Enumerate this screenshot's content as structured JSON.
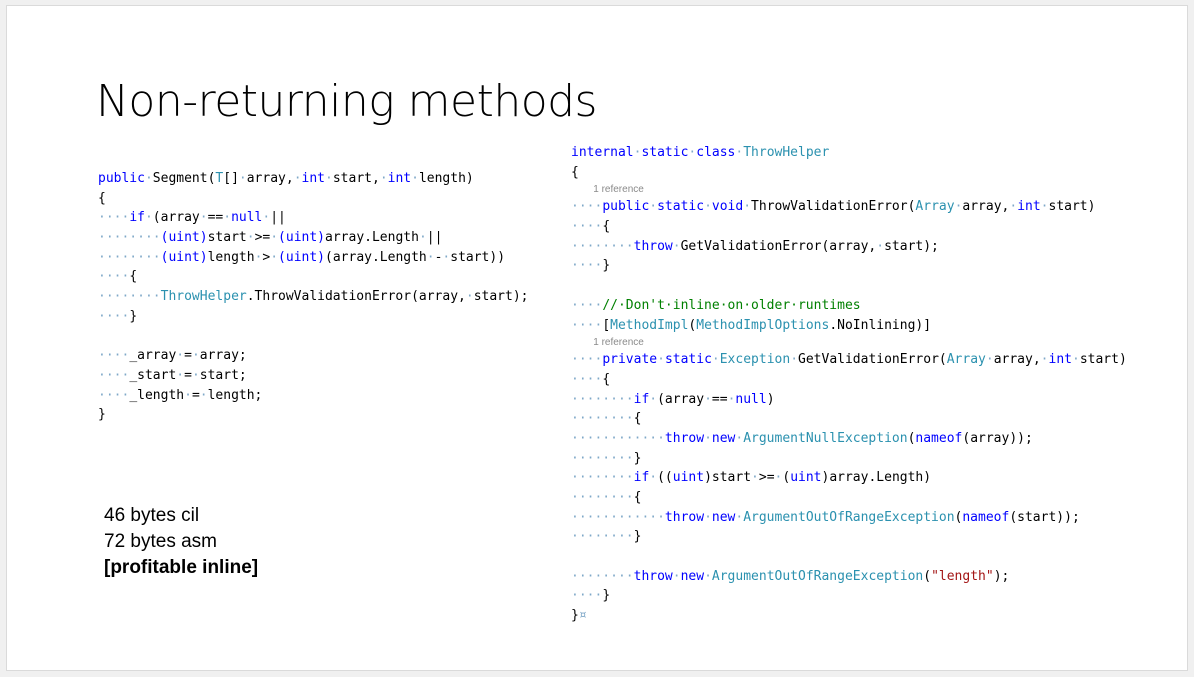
{
  "slide": {
    "title": "Non-returning methods",
    "stats": {
      "cil": "46 bytes cil",
      "asm": "72 bytes asm",
      "note": "[profitable inline]"
    }
  },
  "colors": {
    "keyword": "#0000ff",
    "type": "#2b91af",
    "comment": "#008000",
    "string": "#a31515",
    "whitespace_marker": "#7fa8c8"
  },
  "code_left": {
    "lines": [
      [
        {
          "t": "public",
          "c": "kw"
        },
        {
          "t": "·",
          "c": "ws"
        },
        {
          "t": "Segment("
        },
        {
          "t": "T",
          "c": "ty"
        },
        {
          "t": "[]"
        },
        {
          "t": "·",
          "c": "ws"
        },
        {
          "t": "array,"
        },
        {
          "t": "·",
          "c": "ws"
        },
        {
          "t": "int",
          "c": "kw"
        },
        {
          "t": "·",
          "c": "ws"
        },
        {
          "t": "start,"
        },
        {
          "t": "·",
          "c": "ws"
        },
        {
          "t": "int",
          "c": "kw"
        },
        {
          "t": "·",
          "c": "ws"
        },
        {
          "t": "length)"
        }
      ],
      [
        {
          "t": "{"
        }
      ],
      [
        {
          "t": "····",
          "c": "ws"
        },
        {
          "t": "if",
          "c": "kw"
        },
        {
          "t": "·",
          "c": "ws"
        },
        {
          "t": "(array"
        },
        {
          "t": "·",
          "c": "ws"
        },
        {
          "t": "=="
        },
        {
          "t": "·",
          "c": "ws"
        },
        {
          "t": "null",
          "c": "kw"
        },
        {
          "t": "·",
          "c": "ws"
        },
        {
          "t": "||"
        }
      ],
      [
        {
          "t": "········",
          "c": "ws"
        },
        {
          "t": "(uint)",
          "c": "kw"
        },
        {
          "t": "start"
        },
        {
          "t": "·",
          "c": "ws"
        },
        {
          "t": ">="
        },
        {
          "t": "·",
          "c": "ws"
        },
        {
          "t": "(uint)",
          "c": "kw"
        },
        {
          "t": "array.Length"
        },
        {
          "t": "·",
          "c": "ws"
        },
        {
          "t": "||"
        }
      ],
      [
        {
          "t": "········",
          "c": "ws"
        },
        {
          "t": "(uint)",
          "c": "kw"
        },
        {
          "t": "length"
        },
        {
          "t": "·",
          "c": "ws"
        },
        {
          "t": ">"
        },
        {
          "t": "·",
          "c": "ws"
        },
        {
          "t": "(uint)",
          "c": "kw"
        },
        {
          "t": "(array.Length"
        },
        {
          "t": "·",
          "c": "ws"
        },
        {
          "t": "-"
        },
        {
          "t": "·",
          "c": "ws"
        },
        {
          "t": "start))"
        }
      ],
      [
        {
          "t": "····",
          "c": "ws"
        },
        {
          "t": "{"
        }
      ],
      [
        {
          "t": "········",
          "c": "ws"
        },
        {
          "t": "ThrowHelper",
          "c": "ty"
        },
        {
          "t": ".ThrowValidationError(array,"
        },
        {
          "t": "·",
          "c": "ws"
        },
        {
          "t": "start);"
        }
      ],
      [
        {
          "t": "····",
          "c": "ws"
        },
        {
          "t": "}"
        }
      ],
      [
        {
          "t": ""
        }
      ],
      [
        {
          "t": "····",
          "c": "ws"
        },
        {
          "t": "_array"
        },
        {
          "t": "·",
          "c": "ws"
        },
        {
          "t": "="
        },
        {
          "t": "·",
          "c": "ws"
        },
        {
          "t": "array;"
        }
      ],
      [
        {
          "t": "····",
          "c": "ws"
        },
        {
          "t": "_start"
        },
        {
          "t": "·",
          "c": "ws"
        },
        {
          "t": "="
        },
        {
          "t": "·",
          "c": "ws"
        },
        {
          "t": "start;"
        }
      ],
      [
        {
          "t": "····",
          "c": "ws"
        },
        {
          "t": "_length"
        },
        {
          "t": "·",
          "c": "ws"
        },
        {
          "t": "="
        },
        {
          "t": "·",
          "c": "ws"
        },
        {
          "t": "length;"
        }
      ],
      [
        {
          "t": "}"
        }
      ]
    ]
  },
  "code_right": {
    "lines": [
      [
        {
          "t": "internal",
          "c": "kw"
        },
        {
          "t": "·",
          "c": "ws"
        },
        {
          "t": "static",
          "c": "kw"
        },
        {
          "t": "·",
          "c": "ws"
        },
        {
          "t": "class",
          "c": "kw"
        },
        {
          "t": "·",
          "c": "ws"
        },
        {
          "t": "ThrowHelper",
          "c": "ty"
        }
      ],
      [
        {
          "t": "{"
        }
      ],
      {
        "ref": "1 reference"
      },
      [
        {
          "t": "····",
          "c": "ws"
        },
        {
          "t": "public",
          "c": "kw"
        },
        {
          "t": "·",
          "c": "ws"
        },
        {
          "t": "static",
          "c": "kw"
        },
        {
          "t": "·",
          "c": "ws"
        },
        {
          "t": "void",
          "c": "kw"
        },
        {
          "t": "·",
          "c": "ws"
        },
        {
          "t": "ThrowValidationError("
        },
        {
          "t": "Array",
          "c": "ty"
        },
        {
          "t": "·",
          "c": "ws"
        },
        {
          "t": "array,"
        },
        {
          "t": "·",
          "c": "ws"
        },
        {
          "t": "int",
          "c": "kw"
        },
        {
          "t": "·",
          "c": "ws"
        },
        {
          "t": "start)"
        }
      ],
      [
        {
          "t": "····",
          "c": "ws"
        },
        {
          "t": "{"
        }
      ],
      [
        {
          "t": "········",
          "c": "ws"
        },
        {
          "t": "throw",
          "c": "kw"
        },
        {
          "t": "·",
          "c": "ws"
        },
        {
          "t": "GetValidationError(array,"
        },
        {
          "t": "·",
          "c": "ws"
        },
        {
          "t": "start);"
        }
      ],
      [
        {
          "t": "····",
          "c": "ws"
        },
        {
          "t": "}"
        }
      ],
      [
        {
          "t": ""
        }
      ],
      [
        {
          "t": "····",
          "c": "ws"
        },
        {
          "t": "//·Don't·inline·on·older·runtimes",
          "c": "cm"
        }
      ],
      [
        {
          "t": "····",
          "c": "ws"
        },
        {
          "t": "["
        },
        {
          "t": "MethodImpl",
          "c": "ty"
        },
        {
          "t": "("
        },
        {
          "t": "MethodImplOptions",
          "c": "ty"
        },
        {
          "t": ".NoInlining)]"
        }
      ],
      {
        "ref": "1 reference"
      },
      [
        {
          "t": "····",
          "c": "ws"
        },
        {
          "t": "private",
          "c": "kw"
        },
        {
          "t": "·",
          "c": "ws"
        },
        {
          "t": "static",
          "c": "kw"
        },
        {
          "t": "·",
          "c": "ws"
        },
        {
          "t": "Exception",
          "c": "ty"
        },
        {
          "t": "·",
          "c": "ws"
        },
        {
          "t": "GetValidationError("
        },
        {
          "t": "Array",
          "c": "ty"
        },
        {
          "t": "·",
          "c": "ws"
        },
        {
          "t": "array,"
        },
        {
          "t": "·",
          "c": "ws"
        },
        {
          "t": "int",
          "c": "kw"
        },
        {
          "t": "·",
          "c": "ws"
        },
        {
          "t": "start)"
        }
      ],
      [
        {
          "t": "····",
          "c": "ws"
        },
        {
          "t": "{"
        }
      ],
      [
        {
          "t": "········",
          "c": "ws"
        },
        {
          "t": "if",
          "c": "kw"
        },
        {
          "t": "·",
          "c": "ws"
        },
        {
          "t": "(array"
        },
        {
          "t": "·",
          "c": "ws"
        },
        {
          "t": "=="
        },
        {
          "t": "·",
          "c": "ws"
        },
        {
          "t": "null",
          "c": "kw"
        },
        {
          "t": ")"
        }
      ],
      [
        {
          "t": "········",
          "c": "ws"
        },
        {
          "t": "{"
        }
      ],
      [
        {
          "t": "············",
          "c": "ws"
        },
        {
          "t": "throw",
          "c": "kw"
        },
        {
          "t": "·",
          "c": "ws"
        },
        {
          "t": "new",
          "c": "kw"
        },
        {
          "t": "·",
          "c": "ws"
        },
        {
          "t": "ArgumentNullException",
          "c": "ty"
        },
        {
          "t": "("
        },
        {
          "t": "nameof",
          "c": "kw"
        },
        {
          "t": "(array));"
        }
      ],
      [
        {
          "t": "········",
          "c": "ws"
        },
        {
          "t": "}"
        }
      ],
      [
        {
          "t": "········",
          "c": "ws"
        },
        {
          "t": "if",
          "c": "kw"
        },
        {
          "t": "·",
          "c": "ws"
        },
        {
          "t": "(("
        },
        {
          "t": "uint",
          "c": "kw"
        },
        {
          "t": ")start"
        },
        {
          "t": "·",
          "c": "ws"
        },
        {
          "t": ">="
        },
        {
          "t": "·",
          "c": "ws"
        },
        {
          "t": "("
        },
        {
          "t": "uint",
          "c": "kw"
        },
        {
          "t": ")array.Length)"
        }
      ],
      [
        {
          "t": "········",
          "c": "ws"
        },
        {
          "t": "{"
        }
      ],
      [
        {
          "t": "············",
          "c": "ws"
        },
        {
          "t": "throw",
          "c": "kw"
        },
        {
          "t": "·",
          "c": "ws"
        },
        {
          "t": "new",
          "c": "kw"
        },
        {
          "t": "·",
          "c": "ws"
        },
        {
          "t": "ArgumentOutOfRangeException",
          "c": "ty"
        },
        {
          "t": "("
        },
        {
          "t": "nameof",
          "c": "kw"
        },
        {
          "t": "(start));"
        }
      ],
      [
        {
          "t": "········",
          "c": "ws"
        },
        {
          "t": "}"
        }
      ],
      [
        {
          "t": ""
        }
      ],
      [
        {
          "t": "········",
          "c": "ws"
        },
        {
          "t": "throw",
          "c": "kw"
        },
        {
          "t": "·",
          "c": "ws"
        },
        {
          "t": "new",
          "c": "kw"
        },
        {
          "t": "·",
          "c": "ws"
        },
        {
          "t": "ArgumentOutOfRangeException",
          "c": "ty"
        },
        {
          "t": "("
        },
        {
          "t": "\"length\"",
          "c": "st"
        },
        {
          "t": ");"
        }
      ],
      [
        {
          "t": "····",
          "c": "ws"
        },
        {
          "t": "}"
        }
      ],
      [
        {
          "t": "}"
        },
        {
          "t": "¤",
          "c": "ws"
        }
      ]
    ]
  }
}
